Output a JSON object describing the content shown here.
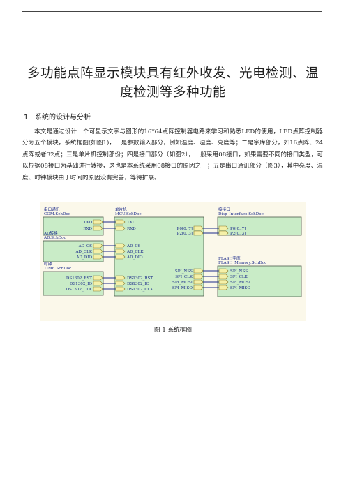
{
  "title_line1": "多功能点阵显示模块具有红外收发、光电检测、温",
  "title_line2": "度检测等多种功能",
  "section": {
    "number": "1",
    "title": "系统的设计与分析"
  },
  "paragraph": "本文是通过设计一个可显示文字与图形的16*64点阵控制器电路来学习和熟悉LED的使用，LED点阵控制器分为五个模块，系统框图(如图1)，一是参数输入部分，例如温度、湿度、亮度等；二是字库部分，如16点阵、24点阵或者32点；三是单片机控制部份；四是接口部分（如图2），一般采用08接口，如果需要不同的接口类型，可以根据08接口为基础进行转接，这也是本系统采用08接口的原因之一；五是串口通讯部分（图3），其中亮度、温度、时钟模块由于时间的原因没有完善，等待扩展。",
  "diagram": {
    "colors": {
      "block": "#c9ecc7",
      "block_border": "#4a5a4a",
      "wire": "#1b2a8a",
      "label": "#1b2a8a",
      "background": "#fbf8ea"
    },
    "com": {
      "title": "串口通讯",
      "file": "COM.SchDoc",
      "ports": [
        "TXD",
        "RXD"
      ]
    },
    "ad": {
      "title": "AD转换",
      "file": "AD.SchDoc",
      "ports": [
        "AD_CS",
        "AD_CLK",
        "AD_DIO"
      ]
    },
    "time": {
      "title": "时钟",
      "file": "TIME.SchDoc",
      "ports": [
        "DS1302_RST",
        "DS1302_IO",
        "DS1302_CLK"
      ]
    },
    "mcu": {
      "title": "单片机",
      "file": "MCU.SchDoc",
      "left_ports": [
        "TXD",
        "RXD",
        "AD_CS",
        "AD_CLK",
        "AD_DIO",
        "DS1302_RST",
        "DS1302_IO",
        "DS1302_CLK"
      ],
      "right_ports": [
        "P0[0..7]",
        "P2[0..3]",
        "SPI_NSS",
        "SPI_CLK",
        "SPI_MOSI",
        "SPI_MISO"
      ]
    },
    "disp": {
      "title": "接接口",
      "file": "Disp_Interface.SchDoc",
      "ports": [
        "P0[0..7]",
        "P2[0..3]"
      ]
    },
    "flash": {
      "title": "FLASH字库",
      "file": "FLASH_Memory.SchDoc",
      "ports": [
        "SPI_NSS",
        "SPI_CLK",
        "SPI_MOSI",
        "SPI_MISO"
      ]
    }
  },
  "caption": "图 1  系统框图"
}
